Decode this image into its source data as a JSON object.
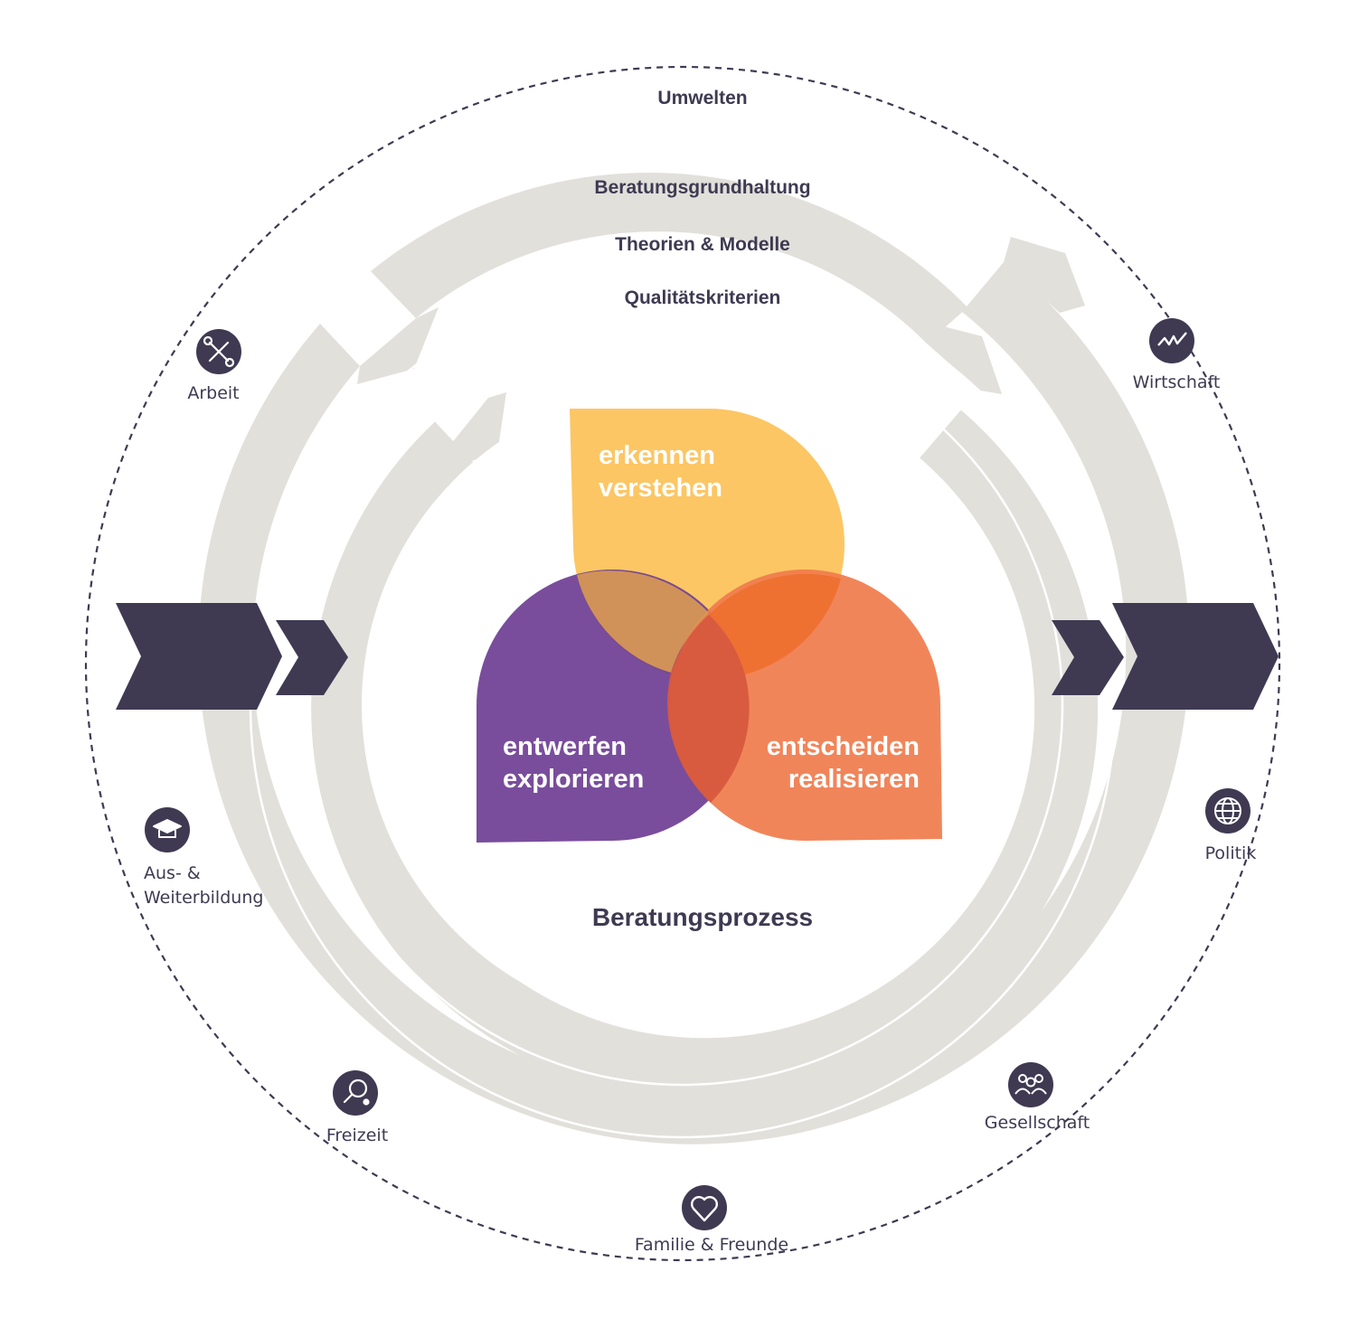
{
  "outer_label": "Umwelten",
  "rings": {
    "outer": "Beratungsgrundhaltung",
    "middle": "Theorien & Modelle",
    "inner": "Qualitätskriterien"
  },
  "process": {
    "title": "Beratungsprozess",
    "recognize": {
      "line1": "erkennen",
      "line2": "verstehen",
      "color": "#fcc45e"
    },
    "design": {
      "line1": "entwerfen",
      "line2": "explorieren",
      "color": "#6f3f94"
    },
    "decide": {
      "line1": "entscheiden",
      "line2": "realisieren",
      "color": "#f07b4c"
    }
  },
  "environments": [
    {
      "label": "Arbeit",
      "icon": "wrench-icon"
    },
    {
      "label": "Wirtschaft",
      "icon": "trend-chart-icon"
    },
    {
      "label": "Politik",
      "icon": "globe-icon"
    },
    {
      "label": "Gesellschaft",
      "icon": "people-icon"
    },
    {
      "label": "Familie & Freunde",
      "icon": "heart-icon"
    },
    {
      "label": "Freizeit",
      "icon": "ping-pong-icon"
    },
    {
      "label": "Aus- &",
      "label2": "Weiterbildung",
      "icon": "graduation-cap-icon"
    }
  ],
  "colors": {
    "ring": "#e2e0db",
    "dark": "#3f3a52",
    "dashed_border": "#3f3a52"
  }
}
